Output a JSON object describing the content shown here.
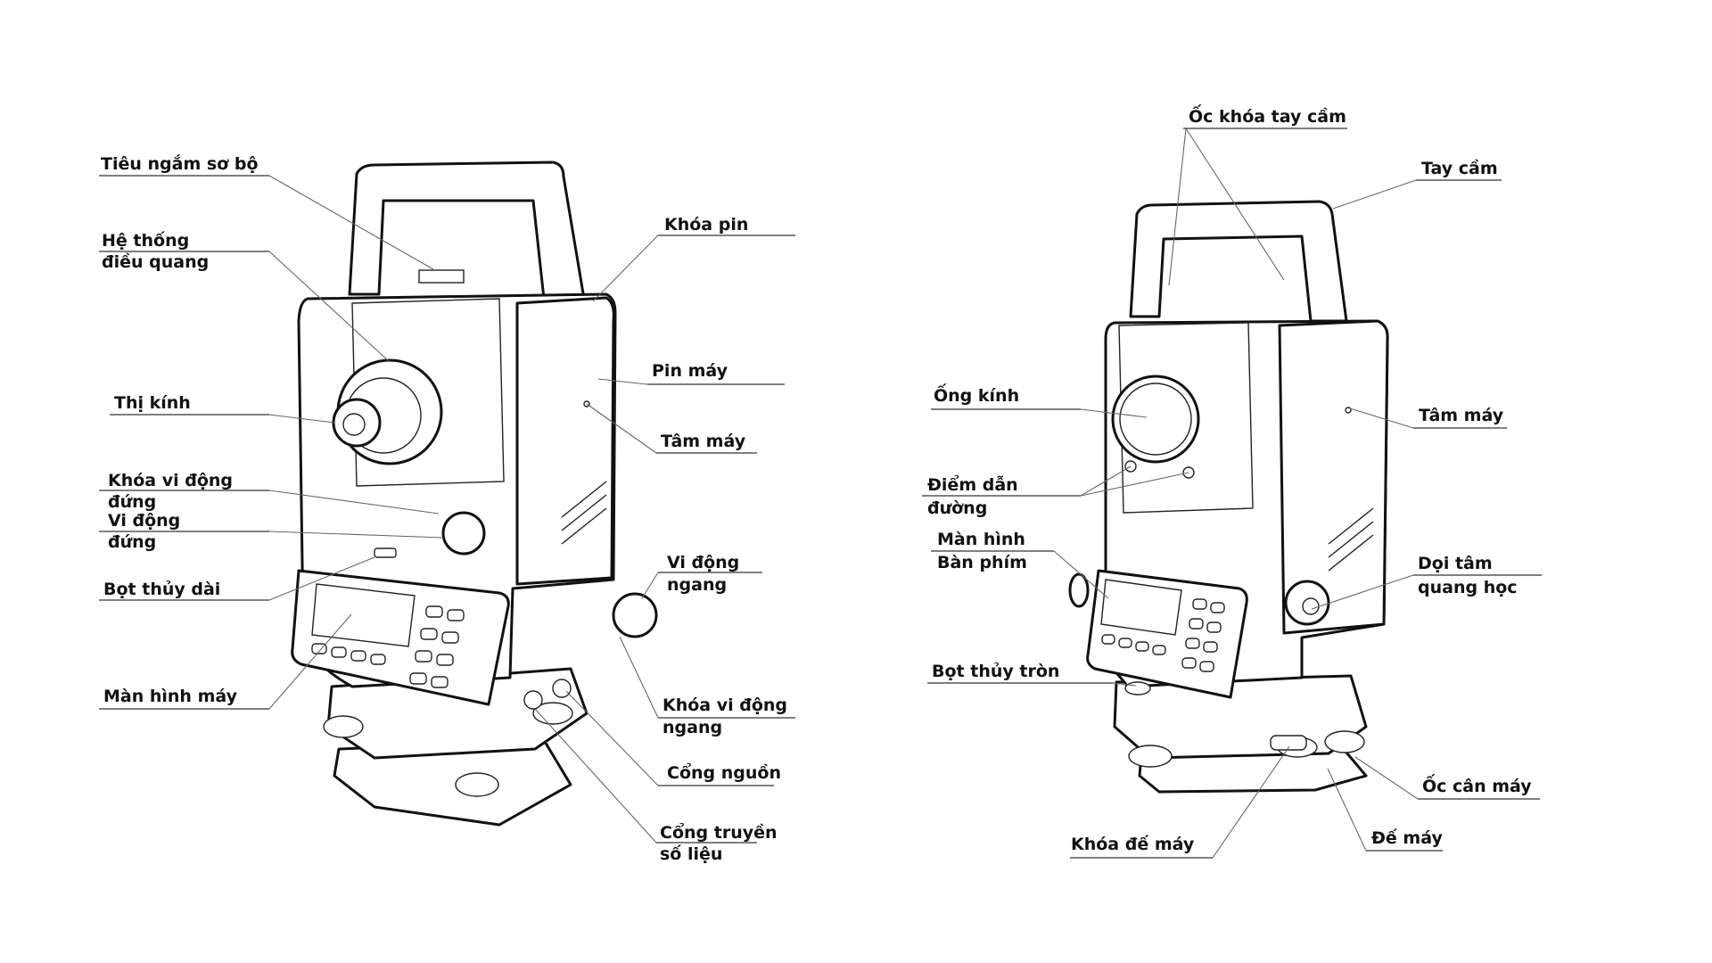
{
  "diagram": {
    "left_instrument": {
      "labels": {
        "tieu_ngam": "Tiêu ngắm sơ bộ",
        "he_thong_1": "Hệ thống",
        "he_thong_2": "điều quang",
        "thi_kinh": "Thị kính",
        "khoa_vi_dong_dung_1": "Khóa vi động",
        "khoa_vi_dong_dung_2": "đứng",
        "vi_dong_dung_1": "Vi động",
        "vi_dong_dung_2": "đứng",
        "bot_thuy_dai": "Bọt thủy dài",
        "man_hinh_may": "Màn hình máy",
        "khoa_pin": "Khóa pin",
        "pin_may": "Pin máy",
        "tam_may": "Tâm máy",
        "vi_dong_ngang_1": "Vi động",
        "vi_dong_ngang_2": "ngang",
        "khoa_vi_dong_ngang_1": "Khóa vi động",
        "khoa_vi_dong_ngang_2": "ngang",
        "cong_nguon": "Cổng nguồn",
        "cong_truyen_1": "Cổng truyền",
        "cong_truyen_2": "số liệu"
      }
    },
    "right_instrument": {
      "labels": {
        "oc_khoa_tay_cam": "Ốc khóa tay cầm",
        "tay_cam": "Tay cầm",
        "ong_kinh": "Ống kính",
        "diem_dan_1": "Điểm dẫn",
        "diem_dan_2": "đường",
        "tam_may": "Tâm máy",
        "man_hinh_1": "Màn hình",
        "man_hinh_2": "Bàn phím",
        "doi_tam_1": "Dọi tâm",
        "doi_tam_2": "quang học",
        "bot_thuy_tron": "Bọt thủy tròn",
        "oc_can_may": "Ốc cân máy",
        "de_may": "Đế máy",
        "khoa_de_may": "Khóa đế máy"
      }
    }
  }
}
